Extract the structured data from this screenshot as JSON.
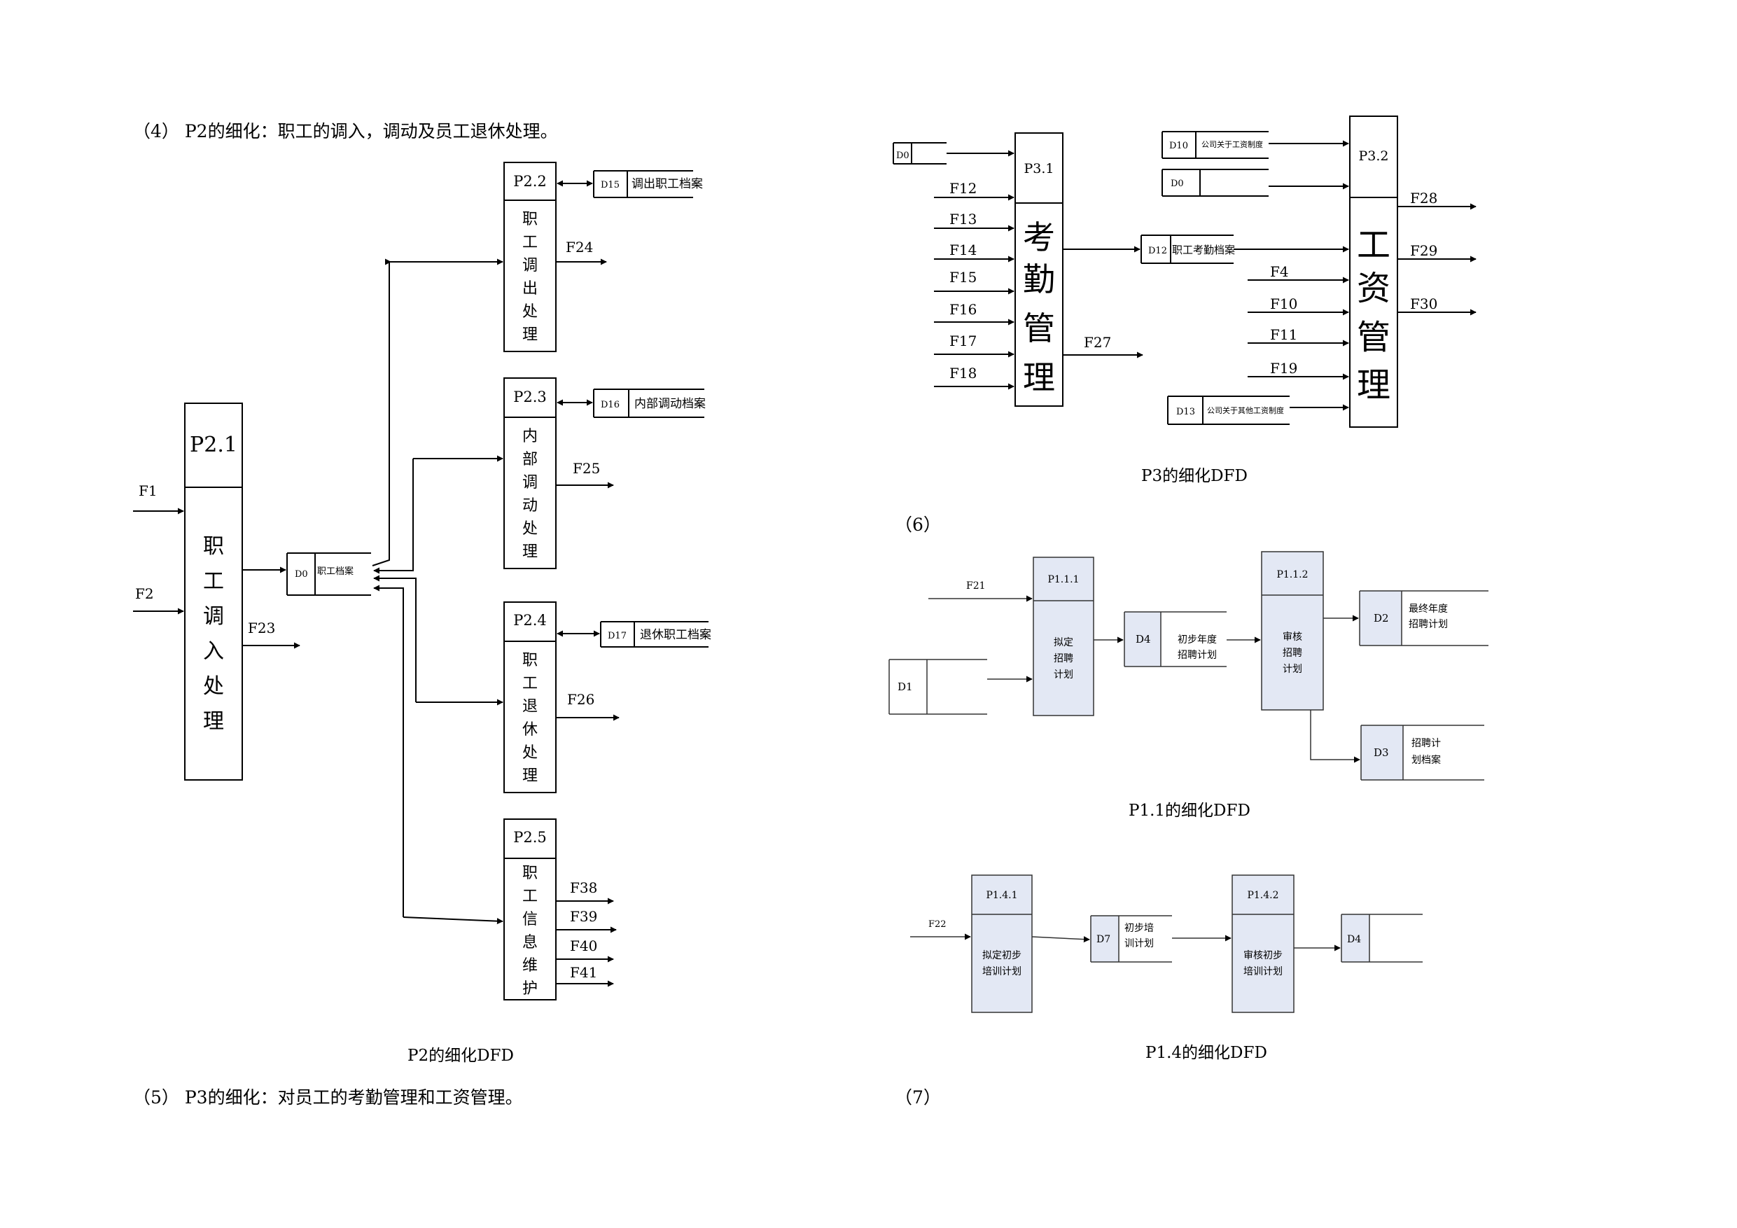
{
  "paragraphs": {
    "p2_intro": "（4） P2的细化：职工的调入，调动及员工退休处理。",
    "p3_intro": "（5） P3的细化：对员工的考勤管理和工资管理。",
    "sec6": "（6）",
    "sec7": "（7）"
  },
  "captions": {
    "p2": "P2的细化DFD",
    "p3": "P3的细化DFD",
    "p11": "P1.1的细化DFD",
    "p14": "P1.4的细化DFD"
  },
  "p2_diagram": {
    "p21": {
      "id": "P2.1",
      "chars": [
        "职",
        "工",
        "调",
        "入",
        "处",
        "理"
      ]
    },
    "p22": {
      "id": "P2.2",
      "chars": [
        "职",
        "工",
        "调",
        "出",
        "处",
        "理"
      ]
    },
    "p23": {
      "id": "P2.3",
      "chars": [
        "内",
        "部",
        "调",
        "动",
        "处",
        "理"
      ]
    },
    "p24": {
      "id": "P2.4",
      "chars": [
        "职",
        "工",
        "退",
        "休",
        "处",
        "理"
      ]
    },
    "p25": {
      "id": "P2.5",
      "chars": [
        "职",
        "工",
        "信",
        "息",
        "维",
        "护"
      ]
    },
    "d0": {
      "id": "D0",
      "name": "职工档案"
    },
    "d15": {
      "id": "D15",
      "name": "调出职工档案"
    },
    "d16": {
      "id": "D16",
      "name": "内部调动档案"
    },
    "d17": {
      "id": "D17",
      "name": "退休职工档案"
    },
    "flows": {
      "f1": "F1",
      "f2": "F2",
      "f23": "F23",
      "f24": "F24",
      "f25": "F25",
      "f26": "F26",
      "f38": "F38",
      "f39": "F39",
      "f40": "F40",
      "f41": "F41"
    }
  },
  "p3_diagram": {
    "p31": {
      "id": "P3.1",
      "chars": [
        "考",
        "勤",
        "管",
        "理"
      ]
    },
    "p32": {
      "id": "P3.2",
      "chars": [
        "工",
        "资",
        "管",
        "理"
      ]
    },
    "d0": {
      "id": "D0"
    },
    "d0b": {
      "id": "D0"
    },
    "d10": {
      "id": "D10",
      "name": "公司关于工资制度"
    },
    "d12": {
      "id": "D12",
      "name": "职工考勤档案"
    },
    "d13": {
      "id": "D13",
      "name": "公司关于其他工资制度"
    },
    "inputs": [
      "F12",
      "F13",
      "F14",
      "F15",
      "F16",
      "F17",
      "F18"
    ],
    "inputs2": [
      "F4",
      "F10",
      "F11",
      "F19"
    ],
    "f27": "F27",
    "outputs": [
      "F28",
      "F29",
      "F30"
    ]
  },
  "p11_diagram": {
    "p111": {
      "id": "P1.1.1",
      "lines": [
        "拟定",
        "招聘",
        "计划"
      ]
    },
    "p112": {
      "id": "P1.1.2",
      "lines": [
        "审核",
        "招聘",
        "计划"
      ]
    },
    "d1": {
      "id": "D1"
    },
    "d2": {
      "id": "D2",
      "lines": [
        "最终年度",
        "招聘计划"
      ]
    },
    "d3": {
      "id": "D3",
      "lines": [
        "招聘计",
        "划档案"
      ]
    },
    "d4": {
      "id": "D4",
      "lines": [
        "初步年度",
        "招聘计划"
      ]
    },
    "f21": "F21"
  },
  "p14_diagram": {
    "p141": {
      "id": "P1.4.1",
      "lines": [
        "拟定初步",
        "培训计划"
      ]
    },
    "p142": {
      "id": "P1.4.2",
      "lines": [
        "审核初步",
        "培训计划"
      ]
    },
    "d7": {
      "id": "D7",
      "lines": [
        "初步培",
        "训计划"
      ]
    },
    "d4": {
      "id": "D4"
    },
    "f22": "F22"
  },
  "colors": {
    "process_fill_blue": "#e3e8f4",
    "line": "#000000"
  }
}
